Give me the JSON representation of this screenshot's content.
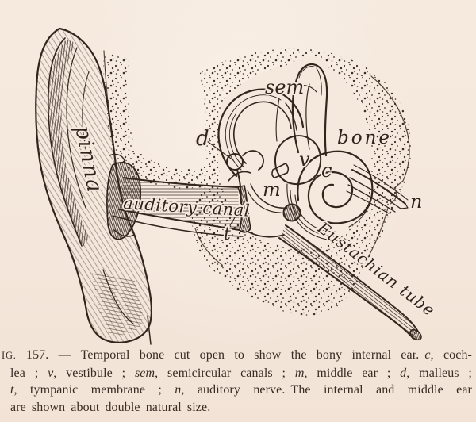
{
  "figure": {
    "labels": {
      "sem": "sem",
      "d": "d",
      "bone": "bone",
      "v": "v",
      "c": "c",
      "m": "m",
      "n": "n",
      "t": "t",
      "pinna": "pinna",
      "auditory_canal": "auditory canal",
      "eustachian_tube": "Eustachian tube"
    },
    "paper_color": "#f5e8dd",
    "ink_color": "#33271e"
  },
  "caption": {
    "fig_ref": "IG.",
    "l1a": " 157. — Temporal bone cut open to show the bony internal ear.",
    "l1b": "c",
    "l1c": ", coch-",
    "l2a": "lea ; ",
    "l2b": "v",
    "l2c": ", vestibule ; ",
    "l2d": "sem",
    "l2e": ", semicircular canals ; ",
    "l2f": "m",
    "l2g": ", middle ear ; ",
    "l2h": "d",
    "l2i": ", malleus ;",
    "l3a": "t",
    "l3b": ", tympanic membrane ; ",
    "l3c": "n",
    "l3d": ", auditory nerve.",
    "l3e": "The internal and middle ear",
    "l4": "are shown about double natural size."
  }
}
